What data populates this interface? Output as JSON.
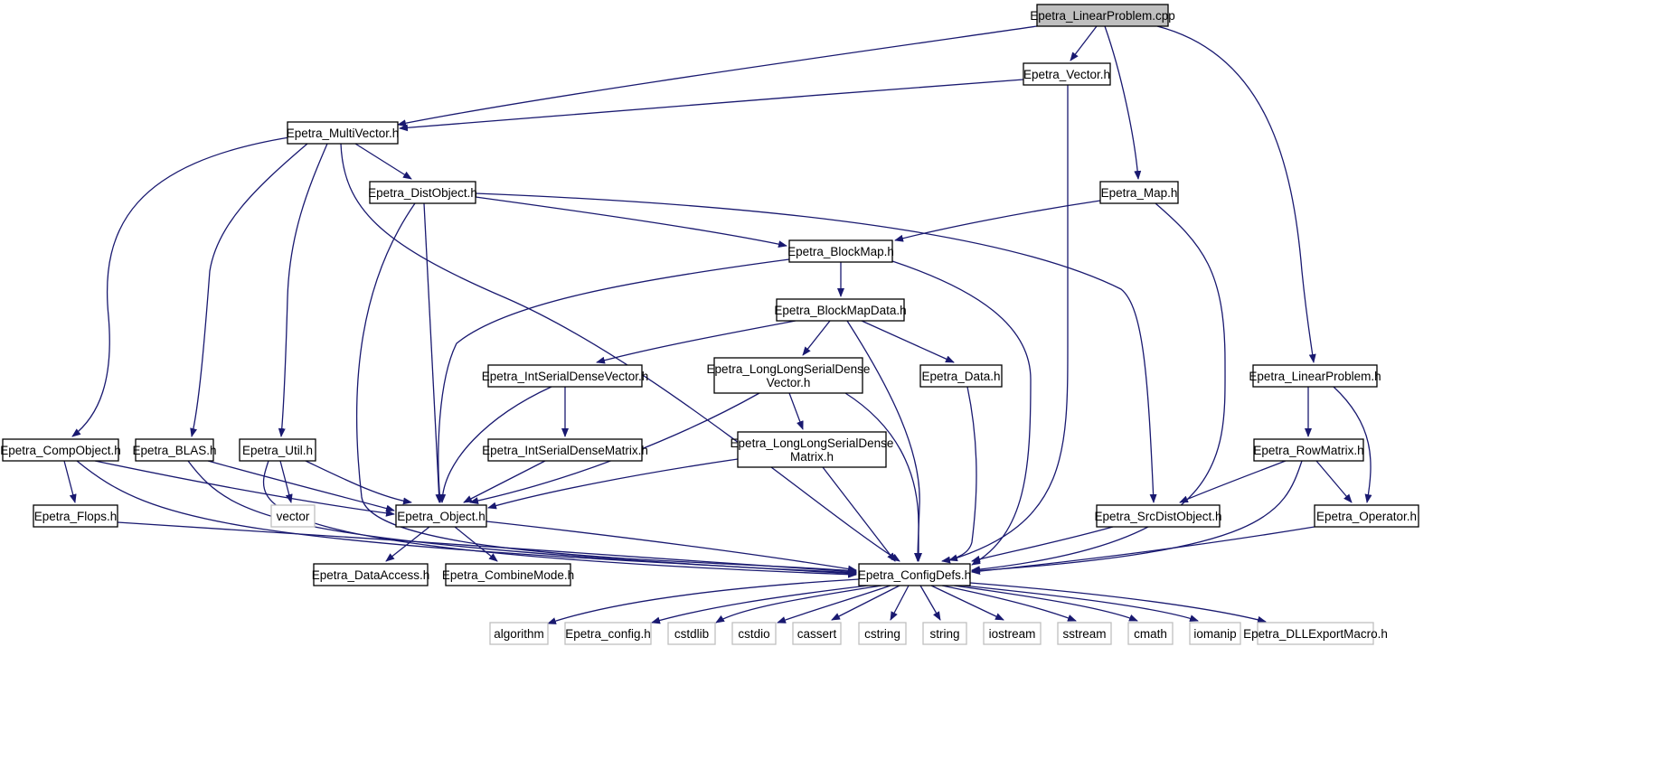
{
  "colors": {
    "edge": "#191970",
    "node_border": "#000000",
    "system_border": "#bfbfbf",
    "system_text": "#666666",
    "root_fill": "#bfbfbf",
    "node_fill": "#ffffff"
  },
  "graph": {
    "nodes": [
      {
        "id": "n0",
        "name": "node-epetra-linearproblem-cpp",
        "kind": "root",
        "lines": [
          "Epetra_LinearProblem.cpp"
        ]
      },
      {
        "id": "n1",
        "name": "node-epetra-vector-h",
        "kind": "normal",
        "lines": [
          "Epetra_Vector.h"
        ]
      },
      {
        "id": "n2",
        "name": "node-epetra-multivector-h",
        "kind": "normal",
        "lines": [
          "Epetra_MultiVector.h"
        ]
      },
      {
        "id": "n3",
        "name": "node-epetra-distobject-h",
        "kind": "normal",
        "lines": [
          "Epetra_DistObject.h"
        ]
      },
      {
        "id": "n4",
        "name": "node-epetra-map-h",
        "kind": "normal",
        "lines": [
          "Epetra_Map.h"
        ]
      },
      {
        "id": "n5",
        "name": "node-epetra-blockmap-h",
        "kind": "normal",
        "lines": [
          "Epetra_BlockMap.h"
        ]
      },
      {
        "id": "n6",
        "name": "node-epetra-blockmapdata-h",
        "kind": "normal",
        "lines": [
          "Epetra_BlockMapData.h"
        ]
      },
      {
        "id": "n7",
        "name": "node-epetra-intserialdensevector-h",
        "kind": "normal",
        "lines": [
          "Epetra_IntSerialDenseVector.h"
        ]
      },
      {
        "id": "n8",
        "name": "node-epetra-longlongserialdensevector-h",
        "kind": "normal",
        "lines": [
          "Epetra_LongLongSerialDense",
          "Vector.h"
        ]
      },
      {
        "id": "n9",
        "name": "node-epetra-data-h",
        "kind": "normal",
        "lines": [
          "Epetra_Data.h"
        ]
      },
      {
        "id": "n10",
        "name": "node-epetra-linearproblem-h",
        "kind": "normal",
        "lines": [
          "Epetra_LinearProblem.h"
        ]
      },
      {
        "id": "n11",
        "name": "node-epetra-compobject-h",
        "kind": "normal",
        "lines": [
          "Epetra_CompObject.h"
        ]
      },
      {
        "id": "n12",
        "name": "node-epetra-blas-h",
        "kind": "normal",
        "lines": [
          "Epetra_BLAS.h"
        ]
      },
      {
        "id": "n13",
        "name": "node-epetra-util-h",
        "kind": "normal",
        "lines": [
          "Epetra_Util.h"
        ]
      },
      {
        "id": "n14",
        "name": "node-epetra-intserialdensematrix-h",
        "kind": "normal",
        "lines": [
          "Epetra_IntSerialDenseMatrix.h"
        ]
      },
      {
        "id": "n15",
        "name": "node-epetra-longlongserialdensematrix-h",
        "kind": "normal",
        "lines": [
          "Epetra_LongLongSerialDense",
          "Matrix.h"
        ]
      },
      {
        "id": "n16",
        "name": "node-epetra-rowmatrix-h",
        "kind": "normal",
        "lines": [
          "Epetra_RowMatrix.h"
        ]
      },
      {
        "id": "n17",
        "name": "node-epetra-flops-h",
        "kind": "normal",
        "lines": [
          "Epetra_Flops.h"
        ]
      },
      {
        "id": "n18",
        "name": "node-vector",
        "kind": "system",
        "lines": [
          "vector"
        ]
      },
      {
        "id": "n19",
        "name": "node-epetra-object-h",
        "kind": "normal",
        "lines": [
          "Epetra_Object.h"
        ]
      },
      {
        "id": "n20",
        "name": "node-epetra-srcdistobject-h",
        "kind": "normal",
        "lines": [
          "Epetra_SrcDistObject.h"
        ]
      },
      {
        "id": "n21",
        "name": "node-epetra-operator-h",
        "kind": "normal",
        "lines": [
          "Epetra_Operator.h"
        ]
      },
      {
        "id": "n22",
        "name": "node-epetra-dataaccess-h",
        "kind": "normal",
        "lines": [
          "Epetra_DataAccess.h"
        ]
      },
      {
        "id": "n23",
        "name": "node-epetra-combinemode-h",
        "kind": "normal",
        "lines": [
          "Epetra_CombineMode.h"
        ]
      },
      {
        "id": "n24",
        "name": "node-epetra-configdefs-h",
        "kind": "normal",
        "lines": [
          "Epetra_ConfigDefs.h"
        ]
      },
      {
        "id": "n25",
        "name": "node-algorithm",
        "kind": "system",
        "lines": [
          "algorithm"
        ]
      },
      {
        "id": "n26",
        "name": "node-epetra-config-h",
        "kind": "system",
        "lines": [
          "Epetra_config.h"
        ]
      },
      {
        "id": "n27",
        "name": "node-cstdlib",
        "kind": "system",
        "lines": [
          "cstdlib"
        ]
      },
      {
        "id": "n28",
        "name": "node-cstdio",
        "kind": "system",
        "lines": [
          "cstdio"
        ]
      },
      {
        "id": "n29",
        "name": "node-cassert",
        "kind": "system",
        "lines": [
          "cassert"
        ]
      },
      {
        "id": "n30",
        "name": "node-cstring",
        "kind": "system",
        "lines": [
          "cstring"
        ]
      },
      {
        "id": "n31",
        "name": "node-string",
        "kind": "system",
        "lines": [
          "string"
        ]
      },
      {
        "id": "n32",
        "name": "node-iostream",
        "kind": "system",
        "lines": [
          "iostream"
        ]
      },
      {
        "id": "n33",
        "name": "node-sstream",
        "kind": "system",
        "lines": [
          "sstream"
        ]
      },
      {
        "id": "n34",
        "name": "node-cmath",
        "kind": "system",
        "lines": [
          "cmath"
        ]
      },
      {
        "id": "n35",
        "name": "node-iomanip",
        "kind": "system",
        "lines": [
          "iomanip"
        ]
      },
      {
        "id": "n36",
        "name": "node-epetra-dllexportmacro-h",
        "kind": "system",
        "lines": [
          "Epetra_DLLExportMacro.h"
        ]
      }
    ],
    "edges": [
      {
        "from": "n0",
        "to": "n1"
      },
      {
        "from": "n0",
        "to": "n2"
      },
      {
        "from": "n0",
        "to": "n4"
      },
      {
        "from": "n0",
        "to": "n10"
      },
      {
        "from": "n1",
        "to": "n2"
      },
      {
        "from": "n1",
        "to": "n24"
      },
      {
        "from": "n2",
        "to": "n3"
      },
      {
        "from": "n2",
        "to": "n11"
      },
      {
        "from": "n2",
        "to": "n12"
      },
      {
        "from": "n2",
        "to": "n13"
      },
      {
        "from": "n2",
        "to": "n24"
      },
      {
        "from": "n3",
        "to": "n5"
      },
      {
        "from": "n3",
        "to": "n19"
      },
      {
        "from": "n3",
        "to": "n20"
      },
      {
        "from": "n3",
        "to": "n24"
      },
      {
        "from": "n4",
        "to": "n5"
      },
      {
        "from": "n4",
        "to": "n24"
      },
      {
        "from": "n5",
        "to": "n6"
      },
      {
        "from": "n5",
        "to": "n19"
      },
      {
        "from": "n5",
        "to": "n24"
      },
      {
        "from": "n6",
        "to": "n7"
      },
      {
        "from": "n6",
        "to": "n8"
      },
      {
        "from": "n6",
        "to": "n9"
      },
      {
        "from": "n6",
        "to": "n24"
      },
      {
        "from": "n7",
        "to": "n14"
      },
      {
        "from": "n7",
        "to": "n19"
      },
      {
        "from": "n8",
        "to": "n15"
      },
      {
        "from": "n8",
        "to": "n19"
      },
      {
        "from": "n8",
        "to": "n24"
      },
      {
        "from": "n9",
        "to": "n24"
      },
      {
        "from": "n10",
        "to": "n16"
      },
      {
        "from": "n10",
        "to": "n21"
      },
      {
        "from": "n11",
        "to": "n17"
      },
      {
        "from": "n11",
        "to": "n19"
      },
      {
        "from": "n11",
        "to": "n24"
      },
      {
        "from": "n12",
        "to": "n19"
      },
      {
        "from": "n12",
        "to": "n24"
      },
      {
        "from": "n13",
        "to": "n18"
      },
      {
        "from": "n13",
        "to": "n19"
      },
      {
        "from": "n13",
        "to": "n24"
      },
      {
        "from": "n14",
        "to": "n19"
      },
      {
        "from": "n15",
        "to": "n19"
      },
      {
        "from": "n15",
        "to": "n24"
      },
      {
        "from": "n16",
        "to": "n20"
      },
      {
        "from": "n16",
        "to": "n21"
      },
      {
        "from": "n16",
        "to": "n24"
      },
      {
        "from": "n17",
        "to": "n24"
      },
      {
        "from": "n19",
        "to": "n22"
      },
      {
        "from": "n19",
        "to": "n23"
      },
      {
        "from": "n19",
        "to": "n24"
      },
      {
        "from": "n20",
        "to": "n24"
      },
      {
        "from": "n21",
        "to": "n24"
      },
      {
        "from": "n24",
        "to": "n25"
      },
      {
        "from": "n24",
        "to": "n26"
      },
      {
        "from": "n24",
        "to": "n27"
      },
      {
        "from": "n24",
        "to": "n28"
      },
      {
        "from": "n24",
        "to": "n29"
      },
      {
        "from": "n24",
        "to": "n30"
      },
      {
        "from": "n24",
        "to": "n31"
      },
      {
        "from": "n24",
        "to": "n32"
      },
      {
        "from": "n24",
        "to": "n33"
      },
      {
        "from": "n24",
        "to": "n34"
      },
      {
        "from": "n24",
        "to": "n35"
      },
      {
        "from": "n24",
        "to": "n36"
      }
    ]
  }
}
